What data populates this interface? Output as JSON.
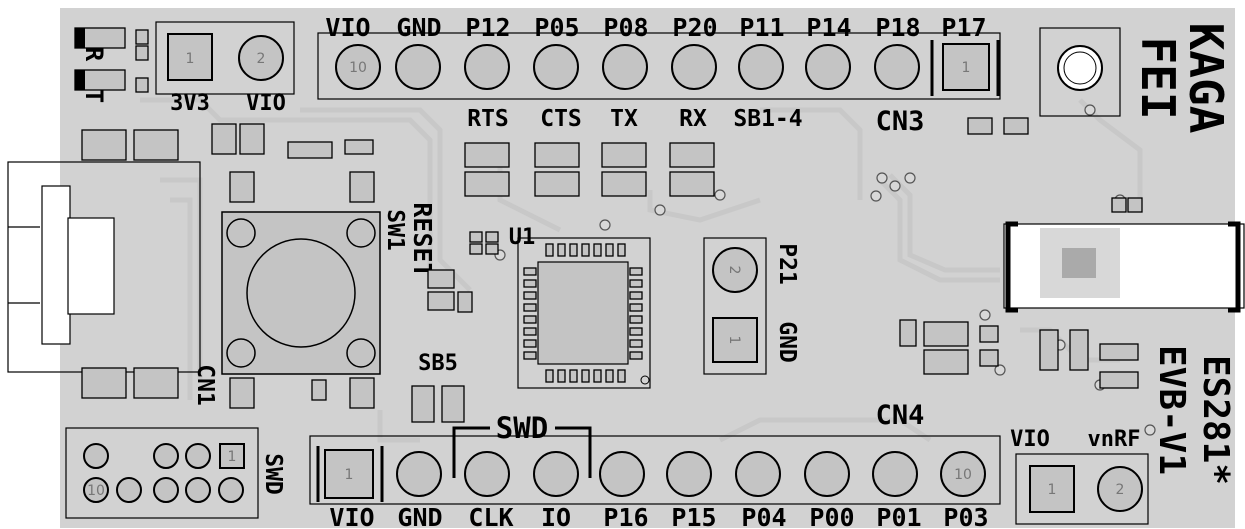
{
  "brand": [
    "KAGA",
    "FEI"
  ],
  "board_name": "ES281*",
  "board_rev": "EVB-V1",
  "cn3": {
    "name": "CN3",
    "pins": [
      "VIO",
      "GND",
      "P12",
      "P05",
      "P08",
      "P20",
      "P11",
      "P14",
      "P18",
      "P17"
    ],
    "pin_numbers": {
      "first": "10",
      "last": "1"
    },
    "uart": [
      "RTS",
      "CTS",
      "TX",
      "RX",
      "SB1-4"
    ]
  },
  "cn4": {
    "name": "CN4",
    "pins": [
      "VIO",
      "GND",
      "CLK",
      "IO",
      "P16",
      "P15",
      "P04",
      "P00",
      "P01",
      "P03"
    ],
    "pin_numbers": {
      "first": "1",
      "last": "10"
    },
    "swd_bracket": "SWD"
  },
  "power_jumper": {
    "labels": [
      "3V3",
      "VIO"
    ],
    "pin_numbers": [
      "1",
      "2"
    ]
  },
  "rt_labels": [
    "R",
    "T"
  ],
  "sw1": {
    "name": "SW1",
    "function": "RESET"
  },
  "u1": "U1",
  "p21_header": {
    "labels": [
      "P21",
      "GND"
    ],
    "pin_numbers": [
      "2",
      "1"
    ]
  },
  "sb5": "SB5",
  "cn1": "CN1",
  "swd_header": {
    "name": "SWD",
    "pin_numbers": [
      "1",
      "10"
    ]
  },
  "rf_header": {
    "labels": [
      "VIO",
      "vnRF"
    ],
    "pin_numbers": [
      "1",
      "2"
    ]
  },
  "colors": {
    "board": "#d2d2d2",
    "pad": "#c4c4c4",
    "silk": "#000000",
    "trace": "#c8c8c8"
  }
}
